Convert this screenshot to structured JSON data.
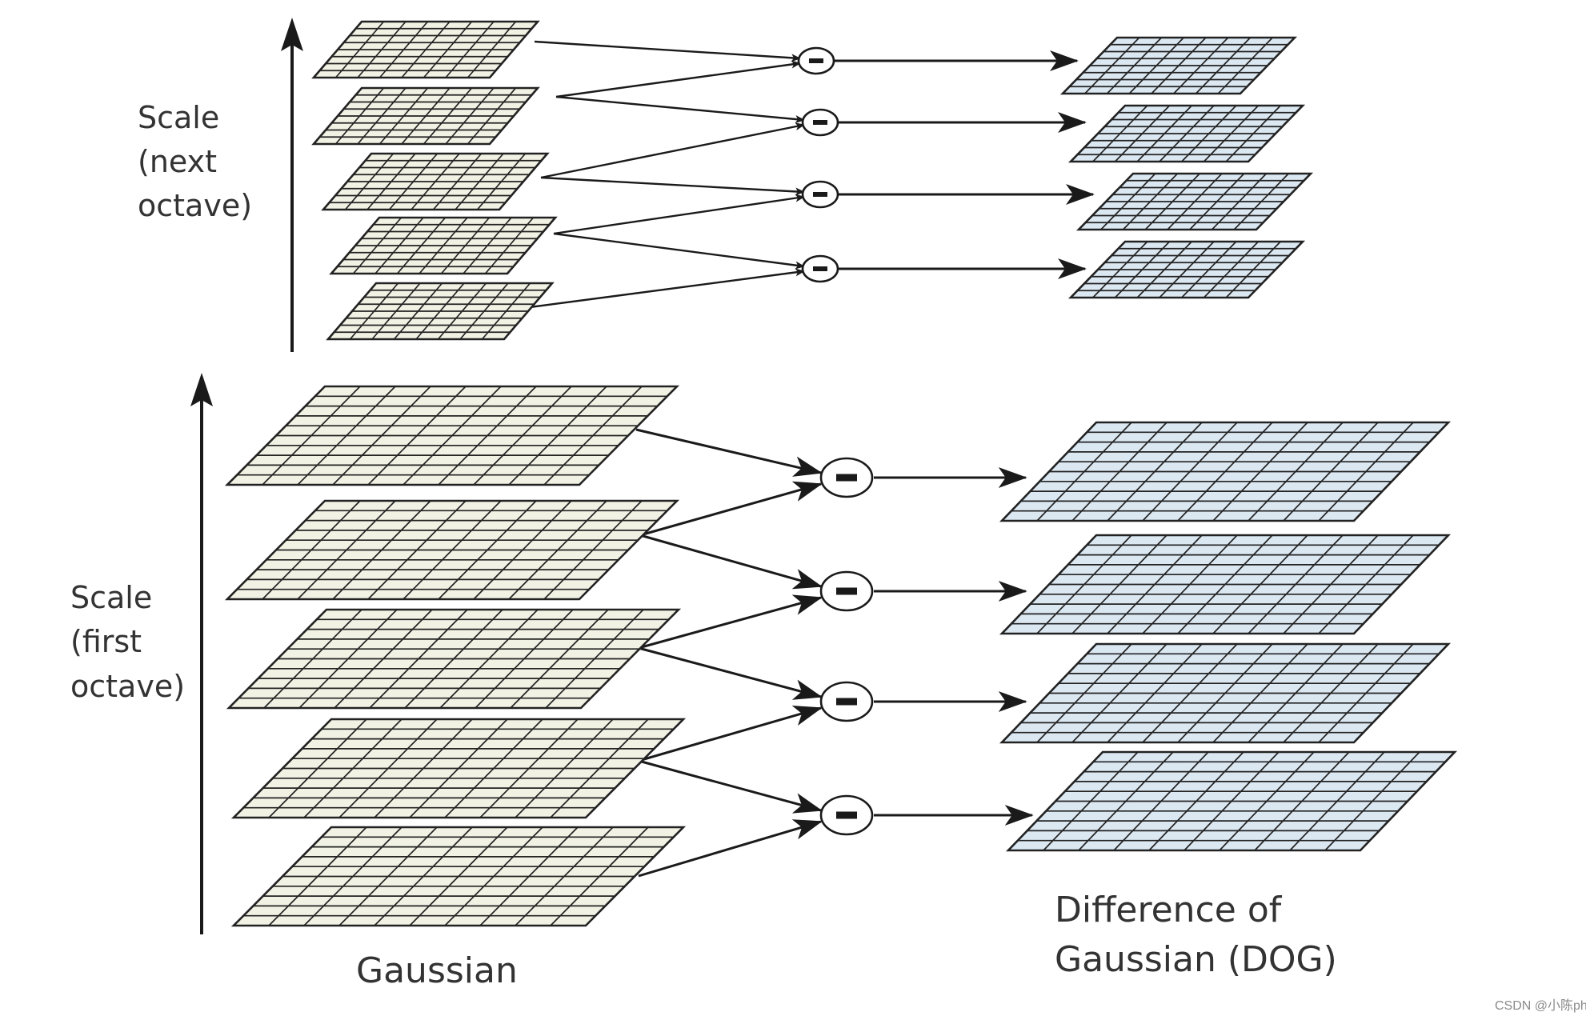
{
  "labels": {
    "scale_next": [
      "Scale",
      "(next",
      "octave)"
    ],
    "scale_first": [
      "Scale",
      "(first",
      "octave)"
    ],
    "gaussian": "Gaussian",
    "dog": [
      "Difference of",
      "Gaussian (DOG)"
    ],
    "operator": "−",
    "watermark": "CSDN @小陈phd"
  },
  "colors": {
    "gaussian_fill": "#f1f1e4",
    "dog_fill": "#dbe7f1",
    "grid_line": "#222222",
    "arrow": "#1a1a1a"
  },
  "octaves": [
    {
      "name": "next-octave",
      "gaussian_layers": 5,
      "dog_layers": 4,
      "grid_cells": 8
    },
    {
      "name": "first-octave",
      "gaussian_layers": 5,
      "dog_layers": 4,
      "grid_cells": 10
    }
  ]
}
